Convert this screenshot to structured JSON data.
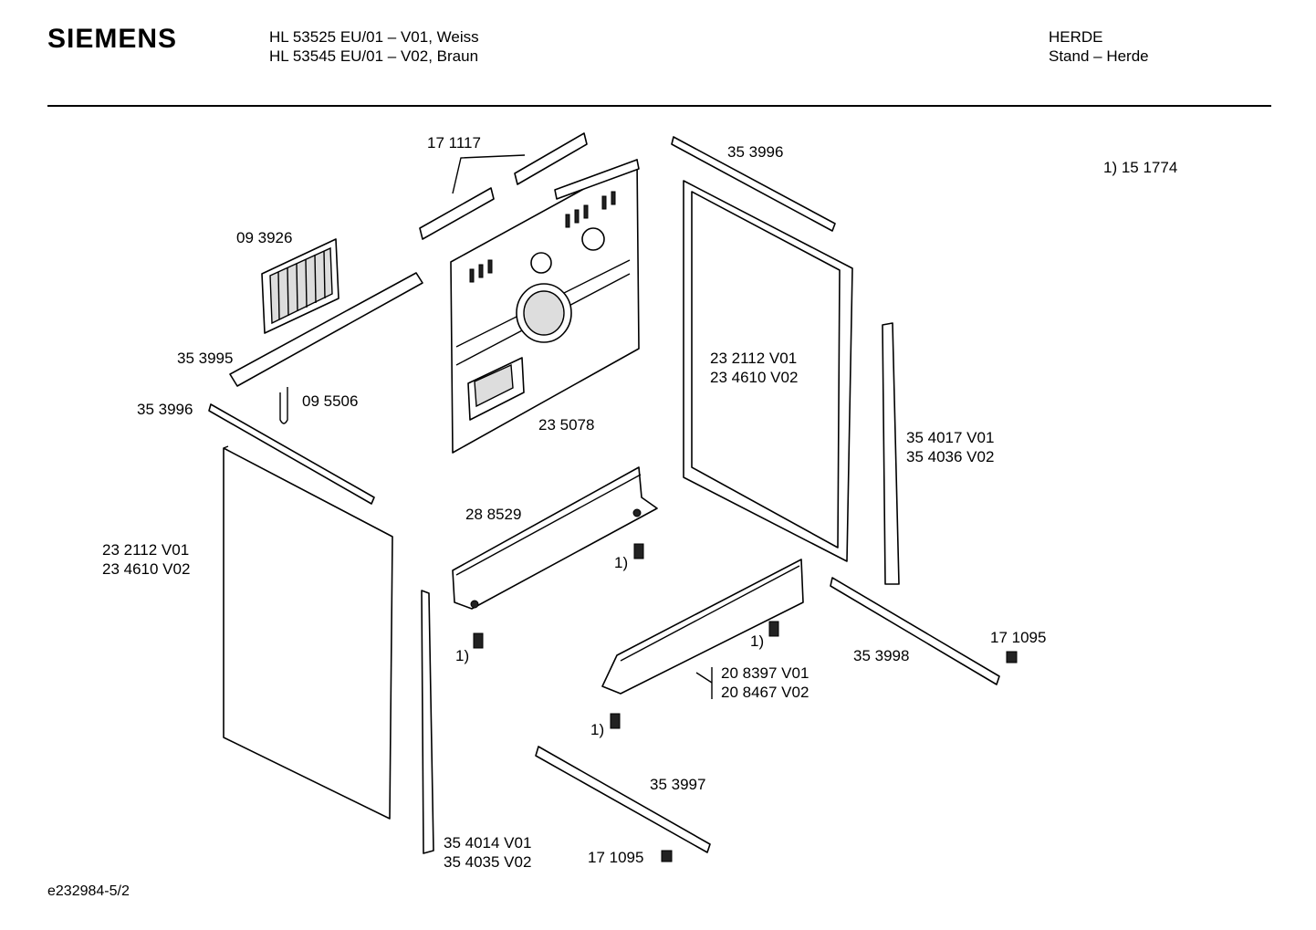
{
  "header": {
    "brand": "SIEMENS",
    "model_line1": "HL 53525 EU/01 – V01, Weiss",
    "model_line2": "HL 53545 EU/01 – V02, Braun",
    "category": "HERDE",
    "subcategory": "Stand – Herde"
  },
  "footnote": "1)  15 1774",
  "footer": "e232984-5/2",
  "labels": {
    "l171117": "17 1117",
    "l353996a": "35 3996",
    "l093926": "09 3926",
    "l353995": "35 3995",
    "l095506": "09 5506",
    "l353996b": "35 3996",
    "l232112a": "23 2112  V01",
    "l234610a": "23 4610  V02",
    "l235078": "23 5078",
    "l232112b": "23 2112  V01",
    "l234610b": "23 4610  V02",
    "l354017": "35 4017   V01",
    "l354036": "35 4036   V02",
    "l288529": "28 8529",
    "fn1": "1)",
    "fn2": "1)",
    "fn3": "1)",
    "fn4": "1)",
    "l171095a": "17 1095",
    "l353998": "35 3998",
    "l208397": "20 8397   V01",
    "l208467": "20 8467   V02",
    "l353997": "35 3997",
    "l354014": "35 4014   V01",
    "l354035": "35 4035   V02",
    "l171095b": "17 1095"
  }
}
